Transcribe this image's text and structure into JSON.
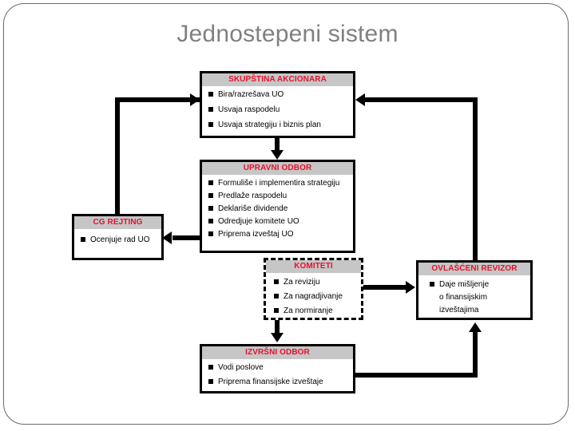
{
  "slide": {
    "title": "Jednostepeni sistem",
    "accent_header_color": "#e8112d",
    "header_band_color": "#c6c6c6",
    "title_color": "#808080",
    "line_color": "#000000"
  },
  "boxes": {
    "skupstina": {
      "header": "SKUPŠTINA AKCIONARA",
      "items": [
        "Bira/razrešava UO",
        "Usvaja raspodelu",
        "Usvaja strategiju i biznis plan"
      ]
    },
    "upravni": {
      "header": "UPRAVNI ODBOR",
      "items": [
        "Formuliše i implementira strategiju",
        "Predlaže raspodelu",
        "Deklariše dividende",
        "Odredjuje komitete UO",
        "Priprema izveštaj UO"
      ]
    },
    "cgrejting": {
      "header": "CG REJTING",
      "items": [
        "Ocenjuje rad UO"
      ]
    },
    "komiteti": {
      "header": "KOMITETI",
      "items": [
        "Za reviziju",
        "Za nagradjivanje",
        "Za normiranje"
      ]
    },
    "revizor": {
      "header": "OVLAŠĆENI REVIZOR",
      "items": [
        "Daje mišljenje"
      ],
      "continuation": [
        "o finansijskim",
        "izveštajima"
      ]
    },
    "izvrsni": {
      "header": "IZVRŠNI ODBOR",
      "items": [
        "Vodi poslove",
        "Priprema finansijske izveštaje"
      ]
    }
  }
}
